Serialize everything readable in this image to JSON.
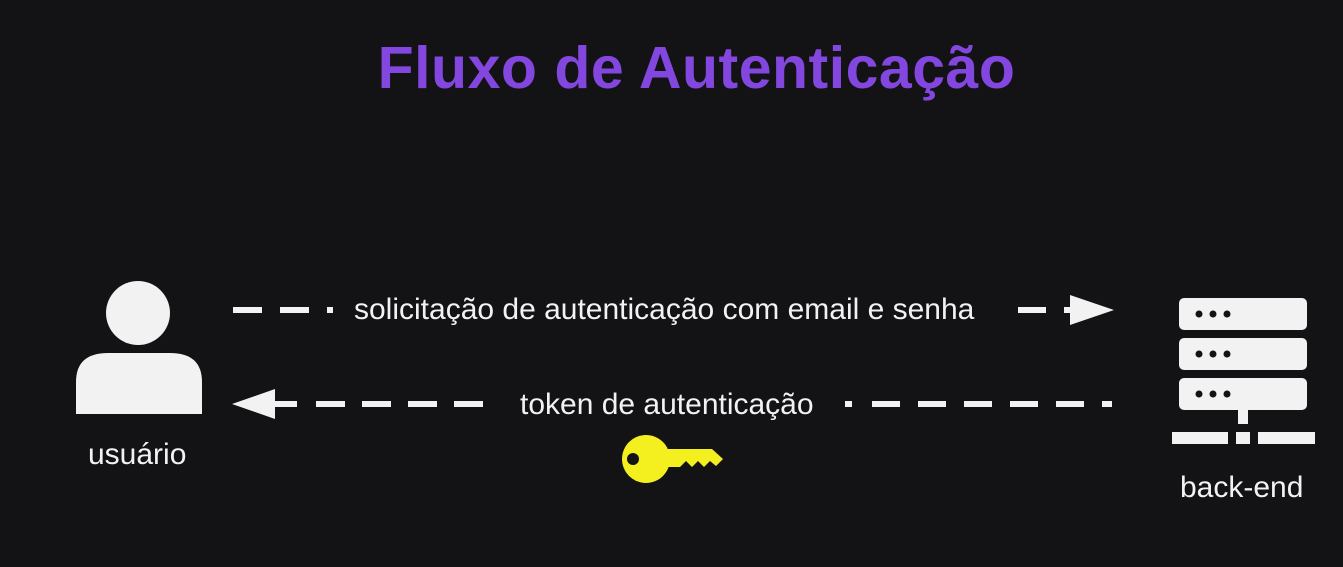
{
  "title": "Fluxo de Autenticação",
  "colors": {
    "background": "#131316",
    "title": "#8347e0",
    "foreground": "#f2f2f2",
    "key": "#f4ef1e"
  },
  "actors": {
    "user": {
      "label": "usuário",
      "icon": "user-icon"
    },
    "server": {
      "label": "back-end",
      "icon": "server-icon"
    }
  },
  "arrows": {
    "request": {
      "label": "solicitação de autenticação com email e senha",
      "direction": "user-to-server"
    },
    "response": {
      "label": "token de autenticação",
      "direction": "server-to-user",
      "icon": "key-icon"
    }
  }
}
